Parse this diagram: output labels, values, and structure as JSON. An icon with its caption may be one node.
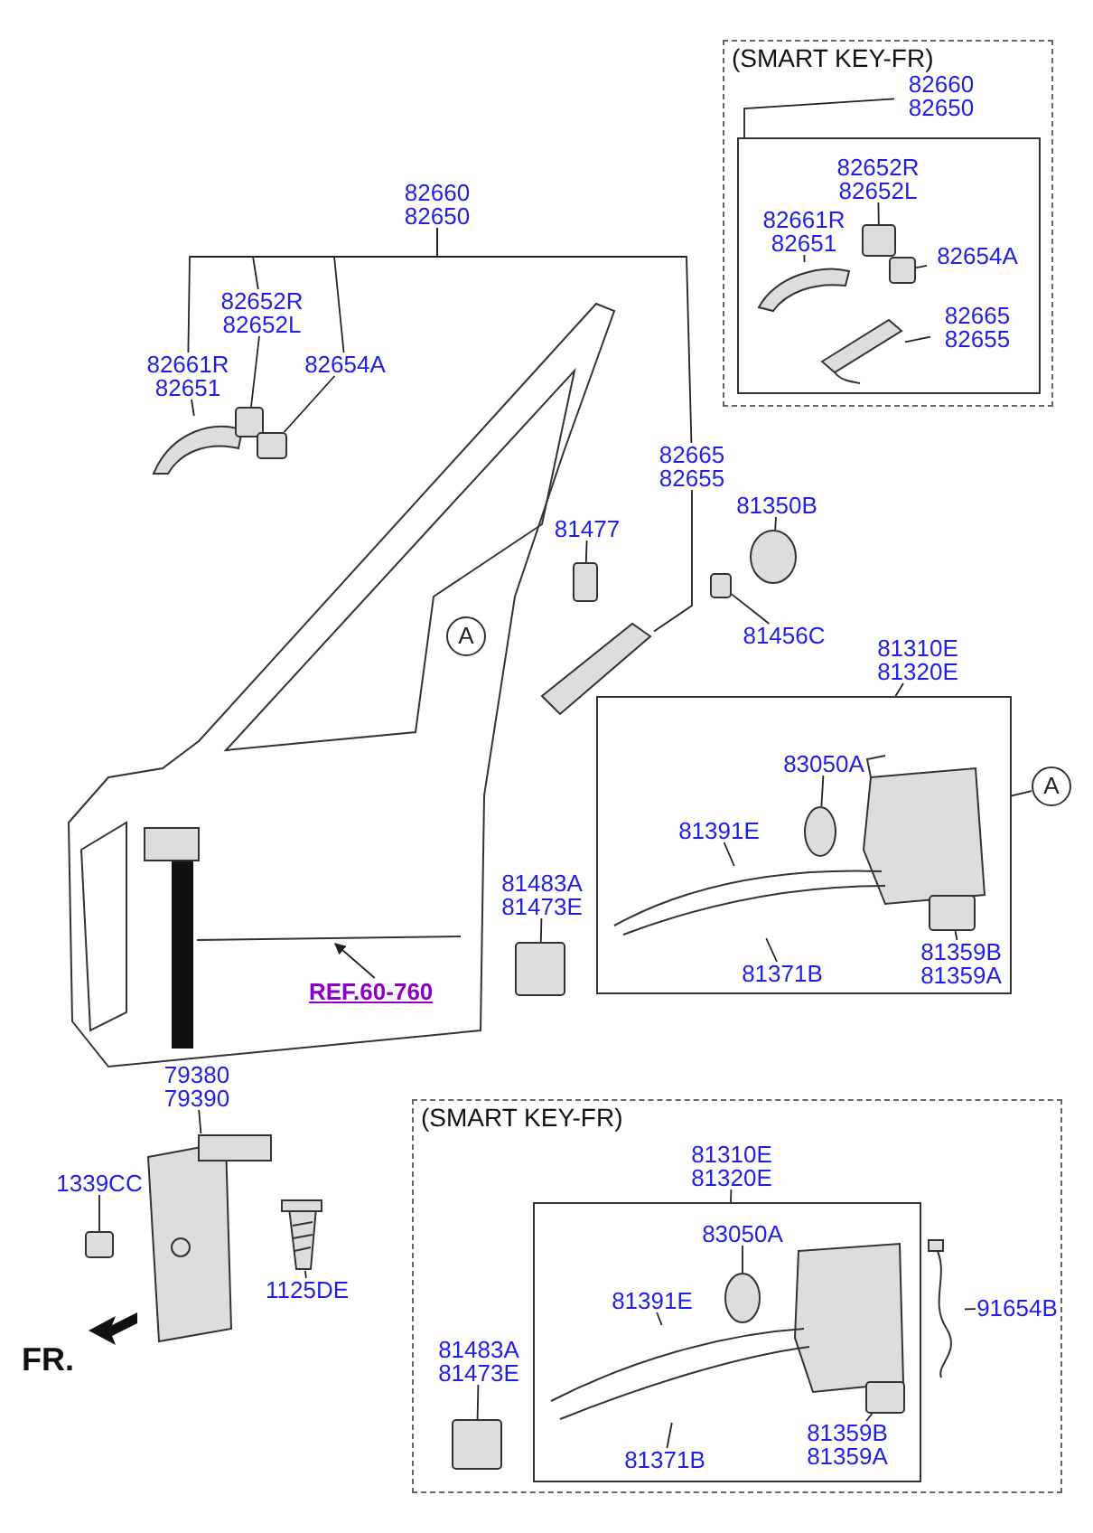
{
  "diagram": {
    "nodes": [
      {
        "text": [
          "(SMART KEY-FR)"
        ]
      },
      {
        "text": [
          "82660 82650"
        ],
        "in": 0
      },
      {
        "text": [
          "82652R 82652L"
        ],
        "in": 60
      },
      {
        "text": [
          "82661R 82651"
        ],
        "in": 60
      },
      {
        "text": [
          "82654A"
        ],
        "in": 60
      },
      {
        "text": [
          "82665 82655"
        ],
        "in": 60
      },
      {
        "text": [
          "82660 82650"
        ]
      },
      {
        "text": [
          "82652R 82652L"
        ]
      },
      {
        "text": [
          "82661R 82651"
        ]
      },
      {
        "text": [
          "82654A"
        ]
      },
      {
        "text": [
          "82665 82655"
        ]
      },
      {
        "text": [
          "81350B"
        ]
      },
      {
        "text": [
          "81477"
        ]
      },
      {
        "text": [
          "81456C"
        ]
      },
      {
        "text": [
          "A"
        ],
        "in": 51
      },
      {
        "text": [
          "81310E 81320E"
        ]
      },
      {
        "text": [],
        "shape": "box"
      },
      {
        "text": [
          "83050A"
        ],
        "in": 16
      },
      {
        "text": [
          "A"
        ]
      },
      {
        "text": [
          "81391E"
        ],
        "in": 16
      },
      {
        "text": [
          "81371B"
        ],
        "in": 16
      },
      {
        "text": [
          "81483A 81473E"
        ]
      },
      {
        "text": [
          "81359B 81359A"
        ],
        "in": 16
      },
      {
        "text": [
          "REF.60-760"
        ],
        "in": 51
      },
      {
        "text": [
          "79380 79390"
        ]
      },
      {
        "text": [
          "1339CC"
        ]
      },
      {
        "text": [
          "1125DE"
        ]
      },
      {
        "text": [
          "(SMART KEY-FR)"
        ]
      },
      {
        "text": [
          "81310E 81320E"
        ],
        "in": 27
      },
      {
        "text": [],
        "shape": "box",
        "in": 27
      },
      {
        "text": [
          "83050A"
        ],
        "in": 29
      },
      {
        "text": [
          "91654B"
        ],
        "in": 27
      },
      {
        "text": [
          "81391E"
        ],
        "in": 29
      },
      {
        "text": [
          "81483A 81473E"
        ],
        "in": 27
      },
      {
        "text": [
          "81359B 81359A"
        ],
        "in": 29
      },
      {
        "text": [
          "81371B"
        ],
        "in": 29
      },
      {
        "text": [],
        "shape": "picture",
        "in": 60
      },
      {
        "text": [],
        "shape": "box",
        "in": 60
      },
      {
        "text": [],
        "shape": "box",
        "in": 60
      },
      {
        "text": [],
        "shape": "picture",
        "in": 60
      },
      {
        "text": [],
        "shape": "picture"
      },
      {
        "text": [],
        "shape": "box"
      },
      {
        "text": [],
        "shape": "box"
      },
      {
        "text": [],
        "shape": "picture"
      },
      {
        "text": [],
        "shape": "circle"
      },
      {
        "text": [],
        "shape": "box"
      },
      {
        "text": [],
        "shape": "box"
      },
      {
        "text": [],
        "shape": "circle",
        "in": 16
      },
      {
        "text": [],
        "shape": "picture",
        "in": 16
      },
      {
        "text": [],
        "shape": "box"
      },
      {
        "text": [],
        "shape": "box",
        "in": 16
      },
      {
        "text": [],
        "shape": "picture"
      },
      {
        "text": [],
        "shape": "picture"
      },
      {
        "text": [],
        "shape": "box"
      },
      {
        "text": [],
        "shape": "picture"
      },
      {
        "text": [],
        "shape": "circle",
        "in": 29
      },
      {
        "text": [],
        "shape": "picture",
        "in": 27
      },
      {
        "text": [],
        "shape": "picture",
        "in": 29
      },
      {
        "text": [],
        "shape": "box",
        "in": 27
      },
      {
        "text": [],
        "shape": "box",
        "in": 29
      },
      {
        "text": [],
        "shape": "box",
        "in": 0
      },
      {
        "text": [],
        "shape": "picture",
        "in": 51
      }
    ],
    "edges": [
      {
        "from": 1,
        "to": 60,
        "arrow": "none"
      },
      {
        "from": 2,
        "to": 37,
        "arrow": "none"
      },
      {
        "from": 3,
        "to": 36,
        "arrow": "none"
      },
      {
        "from": 4,
        "to": 38,
        "arrow": "none"
      },
      {
        "from": 5,
        "to": 39,
        "arrow": "none"
      },
      {
        "from": 6,
        "to": 8,
        "arrow": "none"
      },
      {
        "from": 6,
        "to": 10,
        "arrow": "none"
      },
      {
        "from": 7,
        "to": 41,
        "arrow": "none"
      },
      {
        "from": 8,
        "to": 40,
        "arrow": "none"
      },
      {
        "from": 9,
        "to": 42,
        "arrow": "none"
      },
      {
        "from": 10,
        "to": 43,
        "arrow": "none"
      },
      {
        "from": 11,
        "to": 44,
        "arrow": "none"
      },
      {
        "from": 12,
        "to": 45,
        "arrow": "none"
      },
      {
        "from": 13,
        "to": 46,
        "arrow": "none"
      },
      {
        "from": 15,
        "to": 16,
        "arrow": "none"
      },
      {
        "from": 17,
        "to": 47,
        "arrow": "none"
      },
      {
        "from": 18,
        "to": 16,
        "arrow": "none"
      },
      {
        "from": 19,
        "to": 48,
        "arrow": "none"
      },
      {
        "from": 20,
        "to": 48,
        "arrow": "none"
      },
      {
        "from": 21,
        "to": 49,
        "arrow": "none"
      },
      {
        "from": 22,
        "to": 50,
        "arrow": "none"
      },
      {
        "from": 23,
        "to": 61,
        "arrow": "to"
      },
      {
        "from": 24,
        "to": 52,
        "arrow": "none"
      },
      {
        "from": 25,
        "to": 53,
        "arrow": "none"
      },
      {
        "from": 26,
        "to": 54,
        "arrow": "none"
      },
      {
        "from": 28,
        "to": 29,
        "arrow": "none"
      },
      {
        "from": 30,
        "to": 55,
        "arrow": "none"
      },
      {
        "from": 31,
        "to": 56,
        "arrow": "none"
      },
      {
        "from": 32,
        "to": 57,
        "arrow": "none"
      },
      {
        "from": 33,
        "to": 58,
        "arrow": "none"
      },
      {
        "from": 34,
        "to": 59,
        "arrow": "none"
      },
      {
        "from": 35,
        "to": 57,
        "arrow": "none"
      },
      {
        "from": 6,
        "to": 7,
        "arrow": "none"
      },
      {
        "from": 6,
        "to": 9,
        "arrow": "none"
      }
    ],
    "labels": [
      "FR."
    ]
  }
}
